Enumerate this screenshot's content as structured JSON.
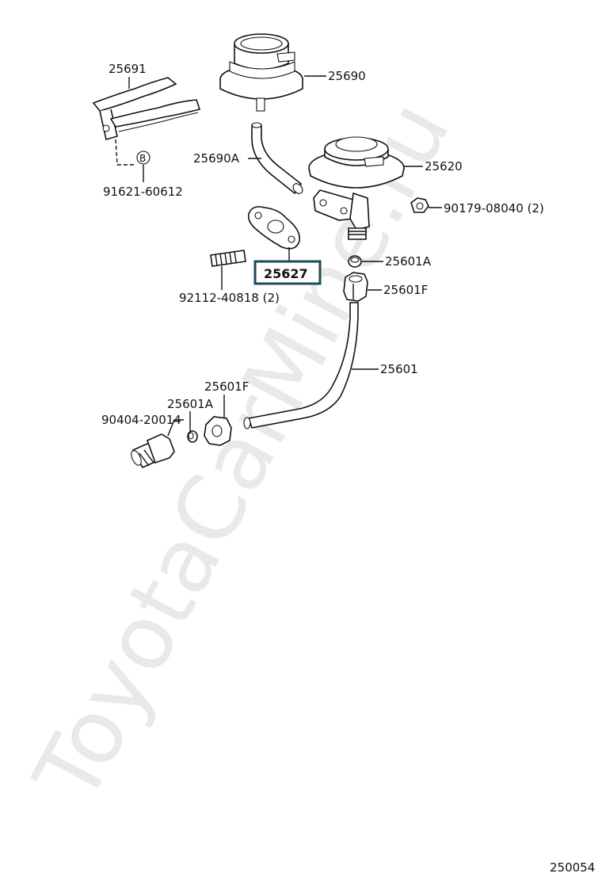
{
  "watermark": "ToyotaCarMine.ru",
  "diagram_id": "250054",
  "labels": {
    "p25691": "25691",
    "p25690": "25690",
    "p25690A": "25690A",
    "p91621": "91621-60612",
    "p25620": "25620",
    "p90179": "90179-08040 (2)",
    "p25627": "25627",
    "p92112": "92112-40818 (2)",
    "p25601A_top": "25601A",
    "p25601F_top": "25601F",
    "p25601": "25601",
    "p25601F_bottom": "25601F",
    "p25601A_bottom": "25601A",
    "p90404": "90404-20014",
    "bolt_marker": "B"
  }
}
